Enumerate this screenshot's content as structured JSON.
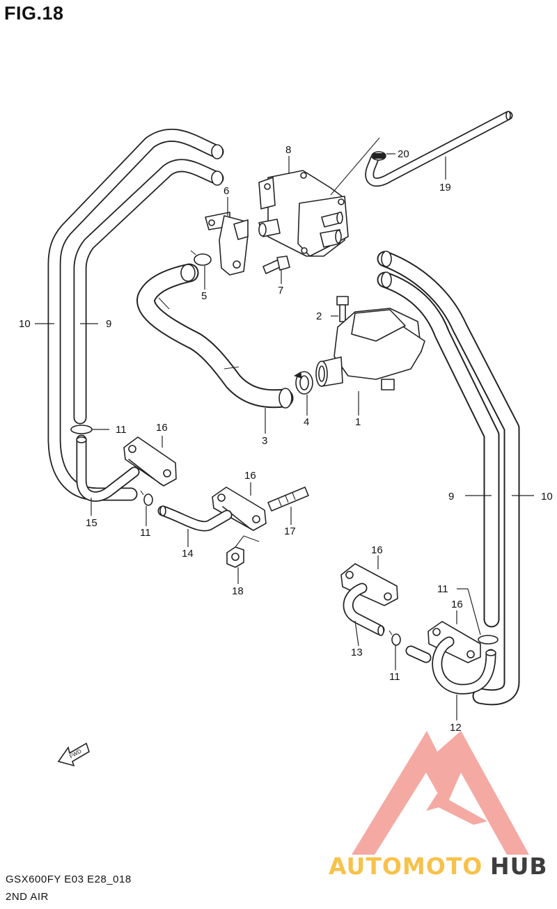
{
  "figure": {
    "title": "FIG.18"
  },
  "footer": {
    "model": "GSX600FY E03 E28_018",
    "section": "2ND AIR"
  },
  "callouts": {
    "c1": "1",
    "c2": "2",
    "c3": "3",
    "c4": "4",
    "c5": "5",
    "c6": "6",
    "c7": "7",
    "c8": "8",
    "c9a": "9",
    "c9b": "9",
    "c10a": "10",
    "c10b": "10",
    "c11a": "11",
    "c11b": "11",
    "c11c": "11",
    "c11d": "11",
    "c12": "12",
    "c13": "13",
    "c14": "14",
    "c15": "15",
    "c16a": "16",
    "c16b": "16",
    "c16c": "16",
    "c16d": "16",
    "c17": "17",
    "c18": "18",
    "c19": "19",
    "c20": "20"
  },
  "fwd_arrow": {
    "label": "FWD"
  },
  "watermark": {
    "part1": "AUTOMOTO",
    "part2": "HUB",
    "colors": {
      "logo": "#f4a09a",
      "auto": "#f7c24a",
      "moto": "#f19b93",
      "hub": "#3d3d3d"
    }
  }
}
